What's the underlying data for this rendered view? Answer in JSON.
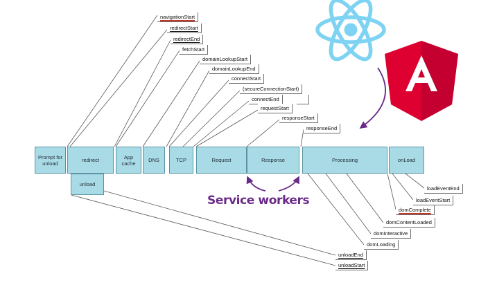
{
  "boxes": {
    "prompt_unload": "Prompt for unload",
    "redirect": "redirect",
    "unload": "unload",
    "app_cache": "App cache",
    "dns": "DNS",
    "tcp": "TCP",
    "request": "Request",
    "response": "Response",
    "processing": "Processing",
    "onload": "onLoad"
  },
  "top_events": {
    "navigation_start": "navigationStart",
    "redirect_start": "redirectStart",
    "redirect_end": "redirectEnd",
    "fetch_start": "fetchStart",
    "domain_lookup_start": "domainLookupStart",
    "domain_lookup_end": "domainLookupEnd",
    "connect_start": "connectStart",
    "secure_connection_start": "(secureConnectionStart)",
    "connect_end": "connectEnd",
    "request_start": "requestStart",
    "response_start": "responseStart",
    "response_end": "responseEnd"
  },
  "bottom_events": {
    "load_event_end": "loadEventEnd",
    "load_event_start": "loadEventStart",
    "dom_complete": "domComplete",
    "dom_content_loaded": "domContentLoaded",
    "dom_interactive": "domInteractive",
    "dom_loading": "domLoading",
    "unload_end": "unloadEnd",
    "unload_start": "unloadStart"
  },
  "service_workers": "Service workers",
  "logos": {
    "react": "react-logo",
    "angular": "angular-logo"
  },
  "colors": {
    "box_fill": "#a9dbe6",
    "box_border": "#5a93a3",
    "leader": "#555555",
    "accent_purple": "#6a2a88",
    "react_blue": "#7fd3f2",
    "angular_red": "#dd0031",
    "underline_red": "#c0392b"
  }
}
